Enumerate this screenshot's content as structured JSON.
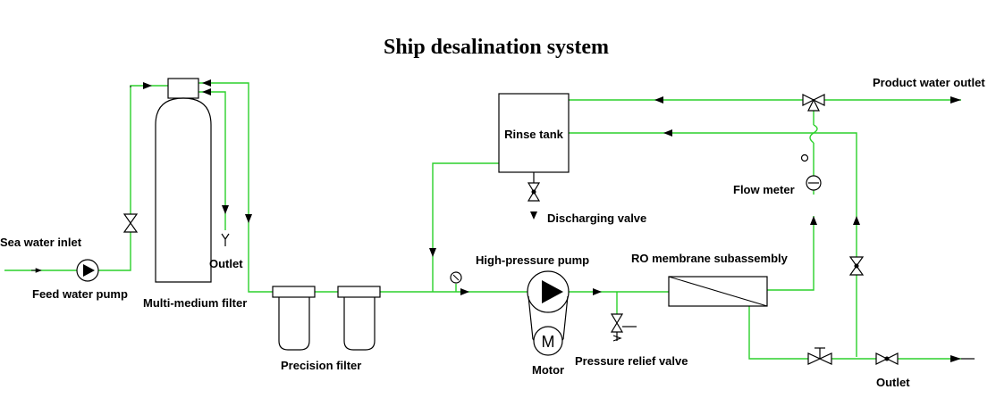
{
  "title": "Ship desalination system",
  "labels": {
    "sea_water_inlet": "Sea water inlet",
    "feed_water_pump": "Feed water pump",
    "multi_medium_filter": "Multi-medium filter",
    "outlet_filter": "Outlet",
    "precision_filter": "Precision filter",
    "rinse_tank": "Rinse tank",
    "discharging_valve": "Discharging valve",
    "high_pressure_pump": "High-pressure pump",
    "motor": "Motor",
    "motor_symbol": "M",
    "pressure_relief_valve": "Pressure relief valve",
    "ro_membrane": "RO membrane subassembly",
    "flow_meter": "Flow meter",
    "product_water_outlet": "Product water outlet",
    "outlet_bottom": "Outlet"
  },
  "colors": {
    "pipe": "#2bd12b",
    "line": "#000000",
    "background": "#ffffff"
  }
}
